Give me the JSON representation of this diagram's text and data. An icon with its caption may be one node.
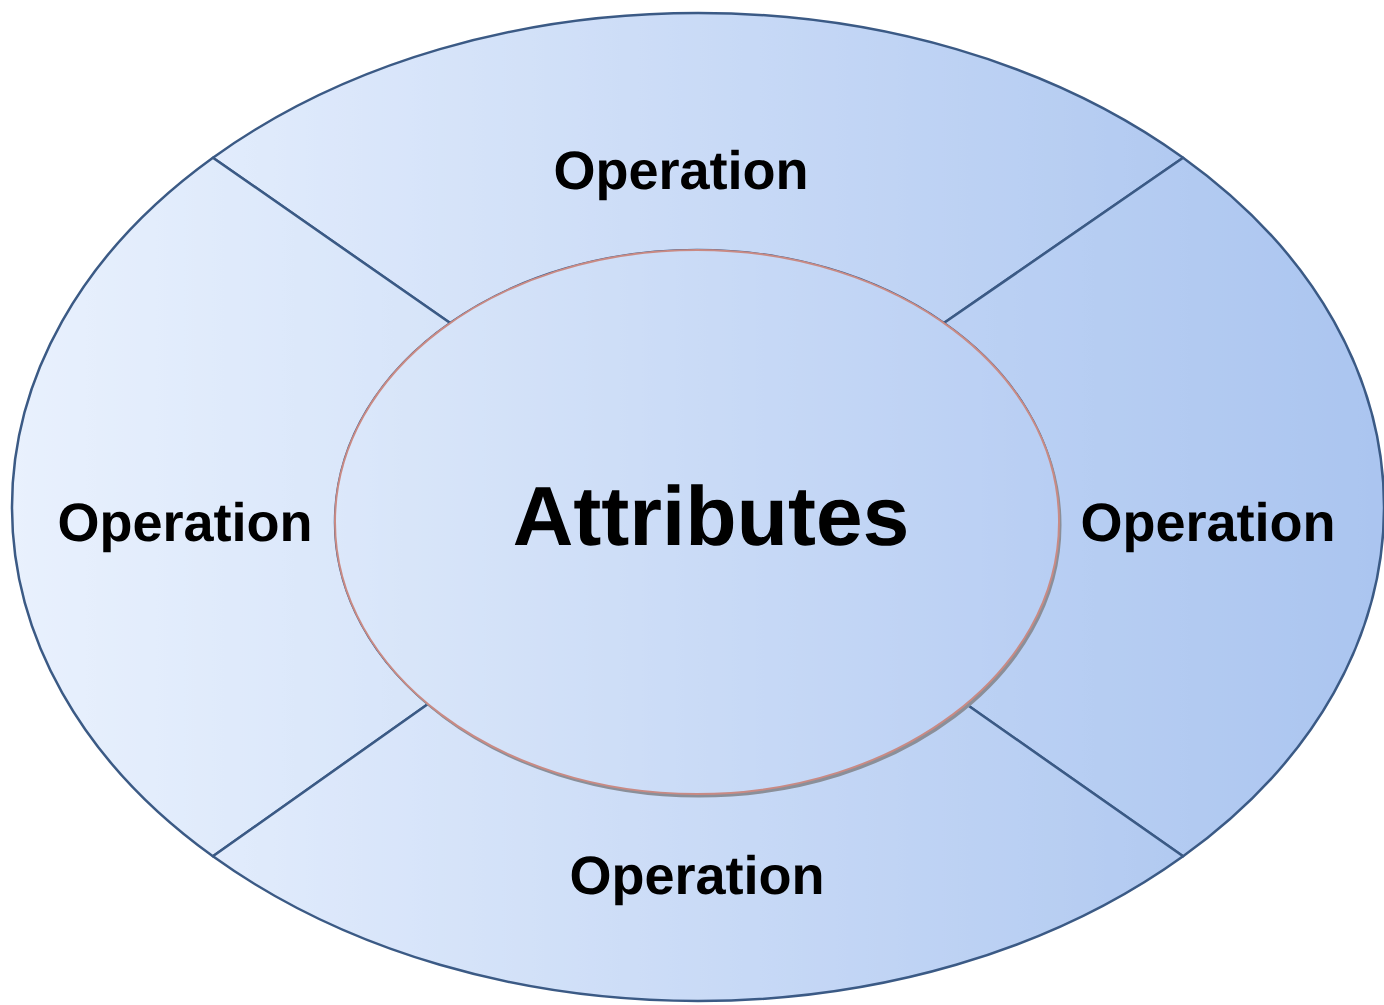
{
  "diagram": {
    "nodes": [
      {
        "text": [
          "Operation"
        ]
      },
      {
        "text": [
          "Operation"
        ]
      },
      {
        "text": [
          "Attributes"
        ]
      },
      {
        "text": [
          "Operation"
        ]
      },
      {
        "text": [
          "Operation"
        ]
      }
    ]
  }
}
